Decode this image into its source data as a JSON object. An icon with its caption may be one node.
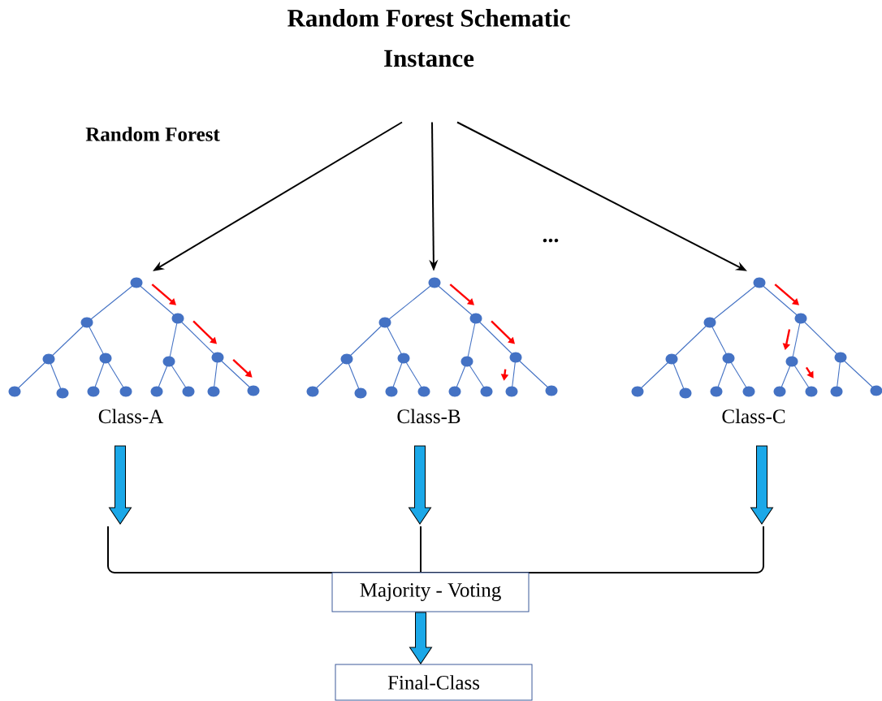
{
  "diagram": {
    "title": "Random Forest Schematic",
    "nodes": [
      {
        "text": [
          "Instance"
        ]
      },
      {
        "text": [],
        "shape": "picture",
        "beside": [
          "Class-A"
        ]
      },
      {
        "text": [],
        "shape": "picture",
        "beside": [
          "Class-B"
        ]
      },
      {
        "text": [],
        "shape": "picture",
        "beside": [
          "Class-C"
        ]
      },
      {
        "text": [],
        "shape": "bracket"
      },
      {
        "text": [
          "Majority - Voting"
        ]
      },
      {
        "text": [
          "Final-Class"
        ]
      }
    ],
    "edges": [
      {
        "from": 0,
        "to": 1,
        "arrow": "to"
      },
      {
        "from": 0,
        "to": 2,
        "arrow": "to"
      },
      {
        "from": 0,
        "to": 3,
        "arrow": "to"
      },
      {
        "from": 1,
        "to": 4,
        "arrow": "to"
      },
      {
        "from": 2,
        "to": 4,
        "arrow": "to"
      },
      {
        "from": 3,
        "to": 4,
        "arrow": "to"
      },
      {
        "from": 5,
        "to": 6,
        "arrow": "to"
      }
    ],
    "labels": [
      "Random Forest",
      "..."
    ]
  }
}
